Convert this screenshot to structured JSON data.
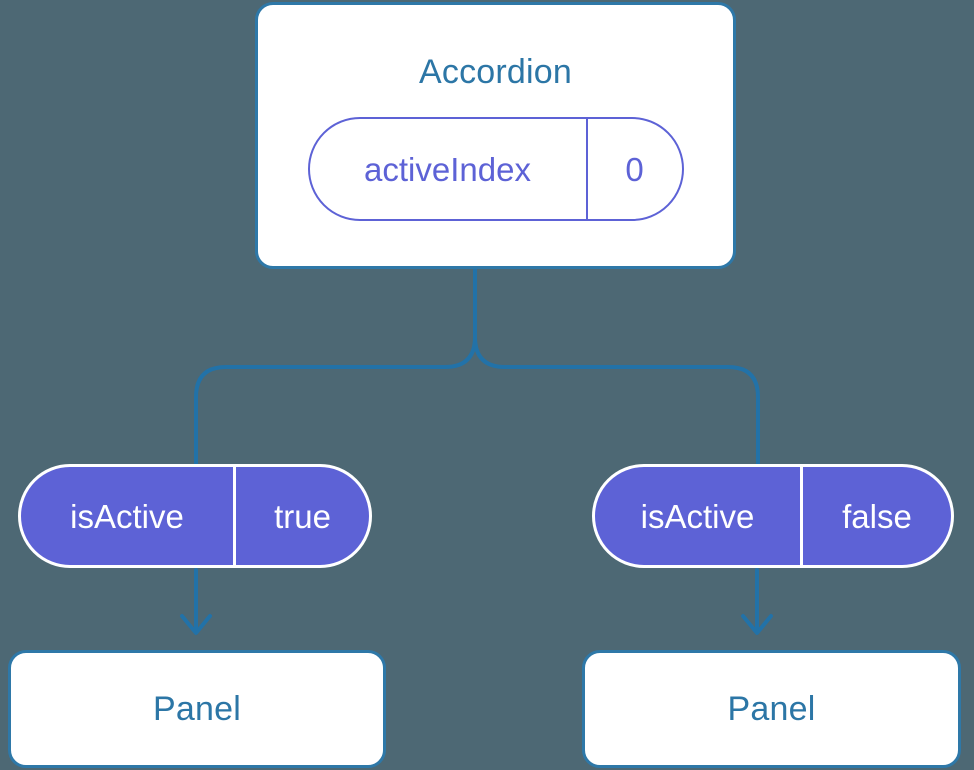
{
  "diagram": {
    "type": "component-state-tree",
    "background_color": "#4d6874",
    "accent_line_color": "#2272a8",
    "card_border_color": "#2e78a8",
    "card_title_color": "#2c76a6",
    "state_pill_color": "#5d62d6",
    "state_pill_text_color": "#ffffff"
  },
  "root": {
    "title": "Accordion",
    "state": {
      "key": "activeIndex",
      "value": "0"
    }
  },
  "branches": [
    {
      "prop": {
        "key": "isActive",
        "value": "true"
      },
      "child": {
        "title": "Panel"
      }
    },
    {
      "prop": {
        "key": "isActive",
        "value": "false"
      },
      "child": {
        "title": "Panel"
      }
    }
  ]
}
